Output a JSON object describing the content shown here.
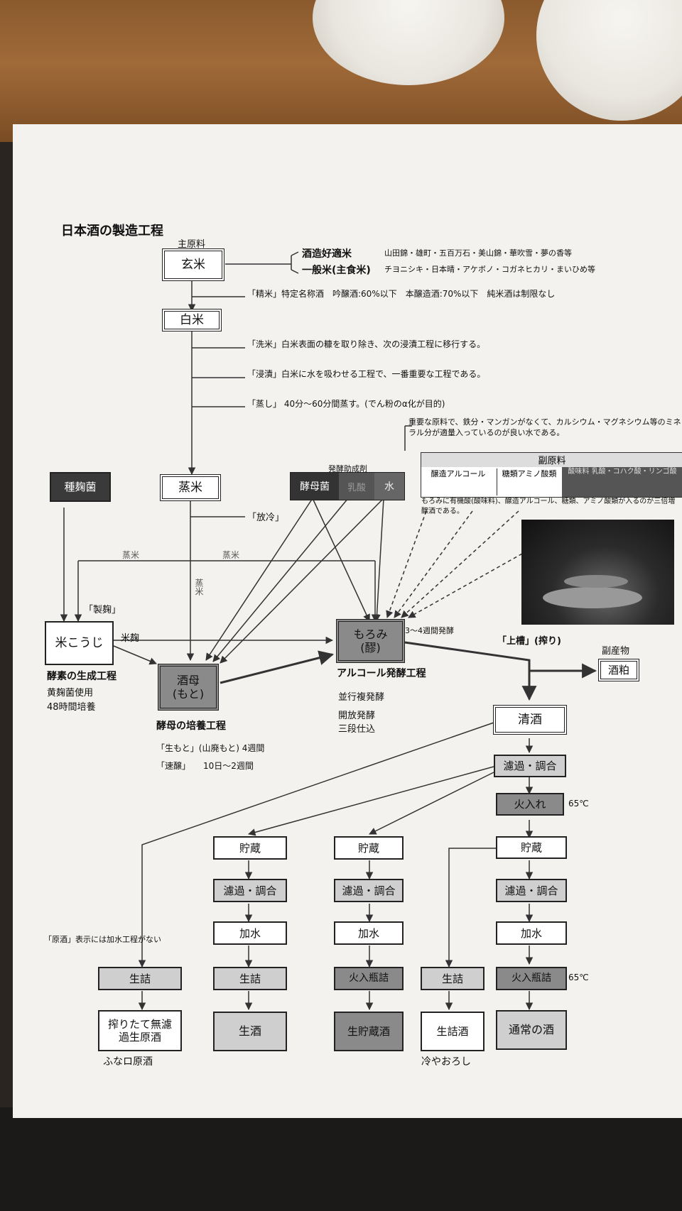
{
  "title": "日本酒の製造工程",
  "main_material_label": "主原料",
  "genmai": "玄米",
  "rice_types": [
    {
      "name": "酒造好適米",
      "examples": "山田錦・雄町・五百万石・美山錦・華吹雪・夢の香等"
    },
    {
      "name": "一般米(主食米)",
      "examples": "チヨニシキ・日本晴・アケボノ・コガネヒカリ・まいひめ等"
    }
  ],
  "seimai_note": "「精米」特定名称酒　吟醸酒:60%以下　本醸造酒:70%以下　純米酒は制限なし",
  "hakumai": "白米",
  "senmai_note": "「洗米」白米表面の糠を取り除き、次の浸漬工程に移行する。",
  "shinseki_note": "「浸漬」白米に水を吸わせる工程で、一番重要な工程である。",
  "mushi_note": "「蒸し」 40分〜60分間蒸す。(でん粉のα化が目的)",
  "water_note": "重要な原料で、鉄分・マンガンがなくて、カルシウム・マグネシウム等のミネラル分が適量入っているのが良い水である。",
  "fukugenryo": {
    "title": "副原料",
    "cells": [
      "醸造アルコール",
      "糖類アミノ酸類",
      "酸味料 乳酸・コハク酸・リンゴ酸"
    ]
  },
  "sanbai_note": "もろみに有機酸(酸味料)、醸造アルコール、糖類、アミノ酸類が入るのが三倍増醸酒である。",
  "tanekoji": "種麹菌",
  "jomai": "蒸米",
  "hakkou_label": "発酵助成剤",
  "kobo": "酵母菌",
  "nyusan": "乳酸",
  "mizu": "水",
  "horei": "「放冷」",
  "jomai_label_1": "蒸米",
  "jomai_label_2": "蒸米",
  "jomai_label_v": "蒸米",
  "seikiku": "「製麹」",
  "komekoji": "米こうじ",
  "komekiku_label": "米麹",
  "koso_title": "酵素の生成工程",
  "koso_lines": [
    "黄麹菌使用",
    "48時間培養"
  ],
  "shubo": "酒母\n(もと)",
  "shubo_title": "酵母の培養工程",
  "shubo_lines": [
    "「生もと」(山廃もと) 4週間",
    "「速醸」　　10日〜2週間"
  ],
  "moromi": "もろみ\n(醪)",
  "moromi_period": "3〜4週間発酵",
  "moromi_title": "アルコール発酵工程",
  "moromi_lines": [
    "並行複発酵",
    "開放発酵",
    "三段仕込"
  ],
  "joso": "「上槽」(搾り)",
  "fukusanbutsu_label": "副産物",
  "sakekasu": "酒粕",
  "seishu": "清酒",
  "roka": "濾過・調合",
  "hiire": "火入れ",
  "temp": "65℃",
  "chozo": "貯蔵",
  "kasui": "加水",
  "namazume": "生詰",
  "hiire_binzume": "火入瓶詰",
  "genshu_note": "「原酒」表示には加水工程がない",
  "products": [
    "搾りたて無濾過生原酒",
    "生酒",
    "生貯蔵酒",
    "生詰酒",
    "通常の酒"
  ],
  "funaguchi": "ふなロ原酒",
  "hiyaoroshi": "冷やおろし"
}
